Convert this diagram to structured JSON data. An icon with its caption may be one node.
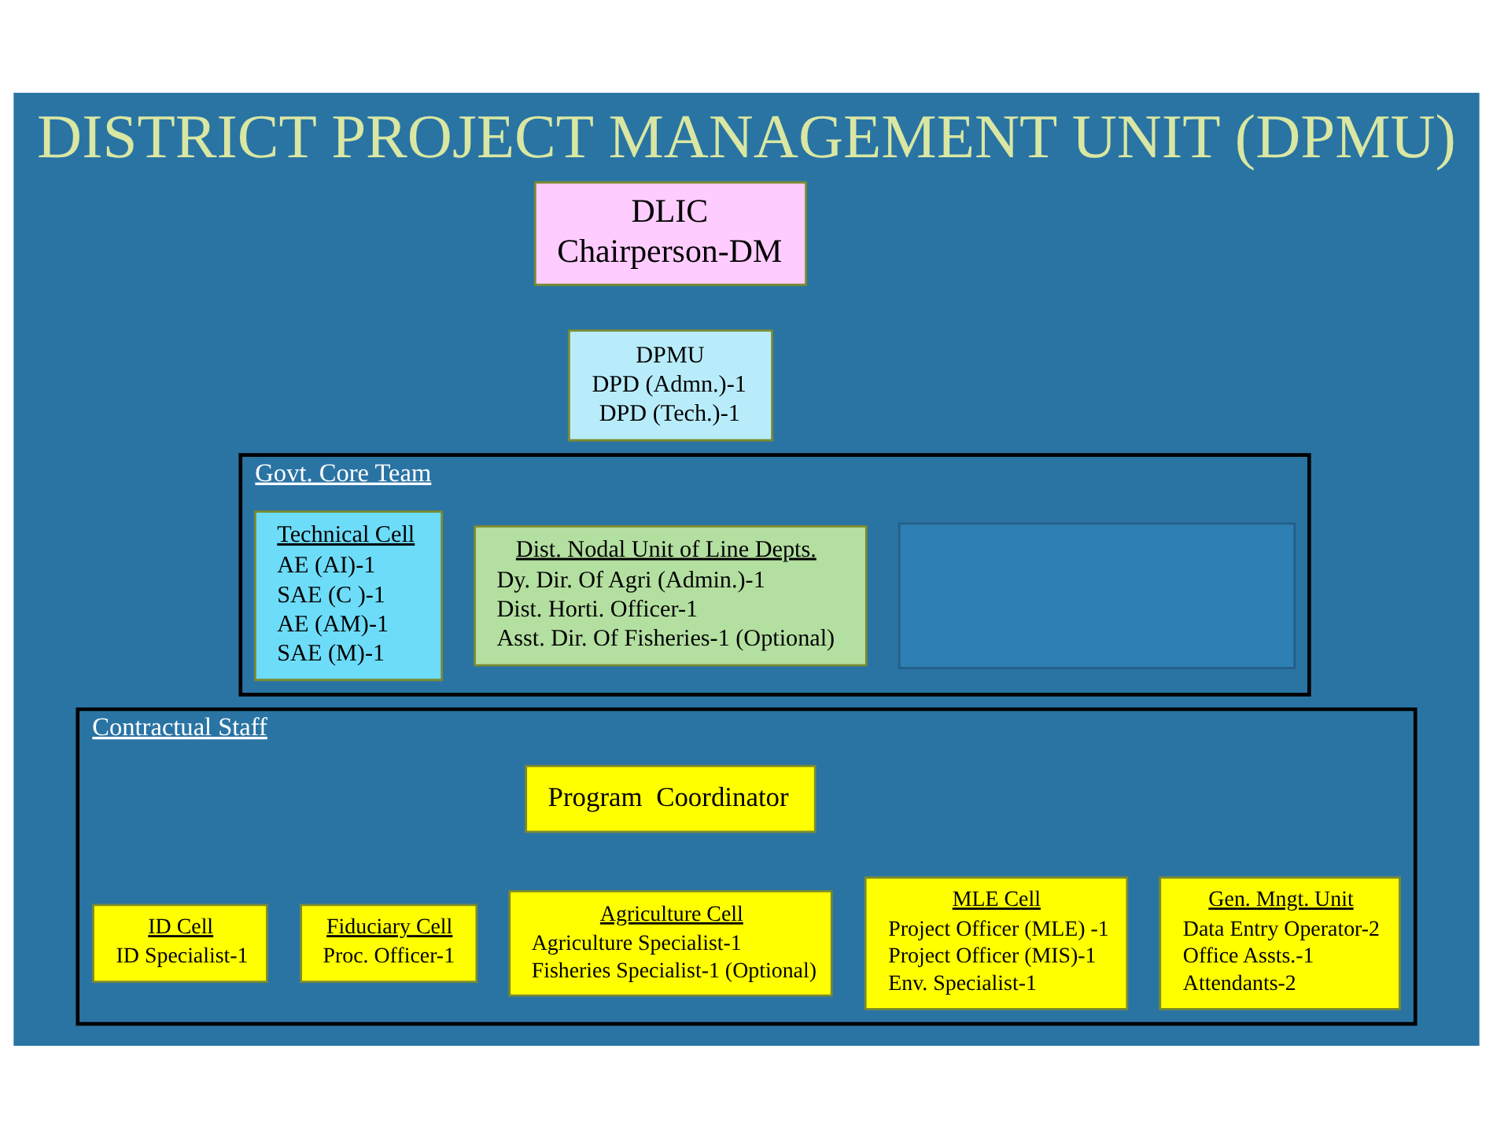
{
  "diagram": {
    "title": "DISTRICT PROJECT MANAGEMENT UNIT (DPMU)",
    "nodes": [
      {
        "text": [
          "DLIC",
          "Chairperson-DM"
        ]
      },
      {
        "text": [
          "DPMU",
          "DPD (Admn.)-1",
          "DPD (Tech.)-1"
        ]
      },
      {
        "text": [
          "Govt. Core Team"
        ]
      },
      {
        "text": [
          "Technical Cell",
          "AE (AI)-1",
          "SAE (C )-1",
          "AE (AM)-1",
          "SAE (M)-1"
        ],
        "in": 2
      },
      {
        "text": [
          "Dist. Nodal Unit of Line Depts.",
          "Dy. Dir. Of Agri (Admin.)-1",
          "Dist. Horti. Officer-1",
          "Asst. Dir. Of Fisheries-1 (Optional)"
        ],
        "in": 2
      },
      {
        "text": [],
        "shape": "box",
        "in": 2
      },
      {
        "text": [
          "Contractual Staff"
        ]
      },
      {
        "text": [
          "Program  Coordinator"
        ],
        "in": 6
      },
      {
        "text": [
          "ID Cell",
          "ID Specialist-1"
        ],
        "in": 6
      },
      {
        "text": [
          "Fiduciary Cell",
          "Proc. Officer-1"
        ],
        "in": 6
      },
      {
        "text": [
          "Agriculture Cell",
          "Agriculture Specialist-1",
          "Fisheries Specialist-1 (Optional)"
        ],
        "in": 6
      },
      {
        "text": [
          "MLE Cell",
          "Project Officer (MLE) -1",
          "Project Officer (MIS)-1",
          "Env. Specialist-1"
        ],
        "in": 6
      },
      {
        "text": [
          "Gen. Mngt. Unit",
          "Data Entry Operator-2",
          "Office Assts.-1",
          "Attendants-2"
        ],
        "in": 6
      }
    ],
    "edges": []
  }
}
